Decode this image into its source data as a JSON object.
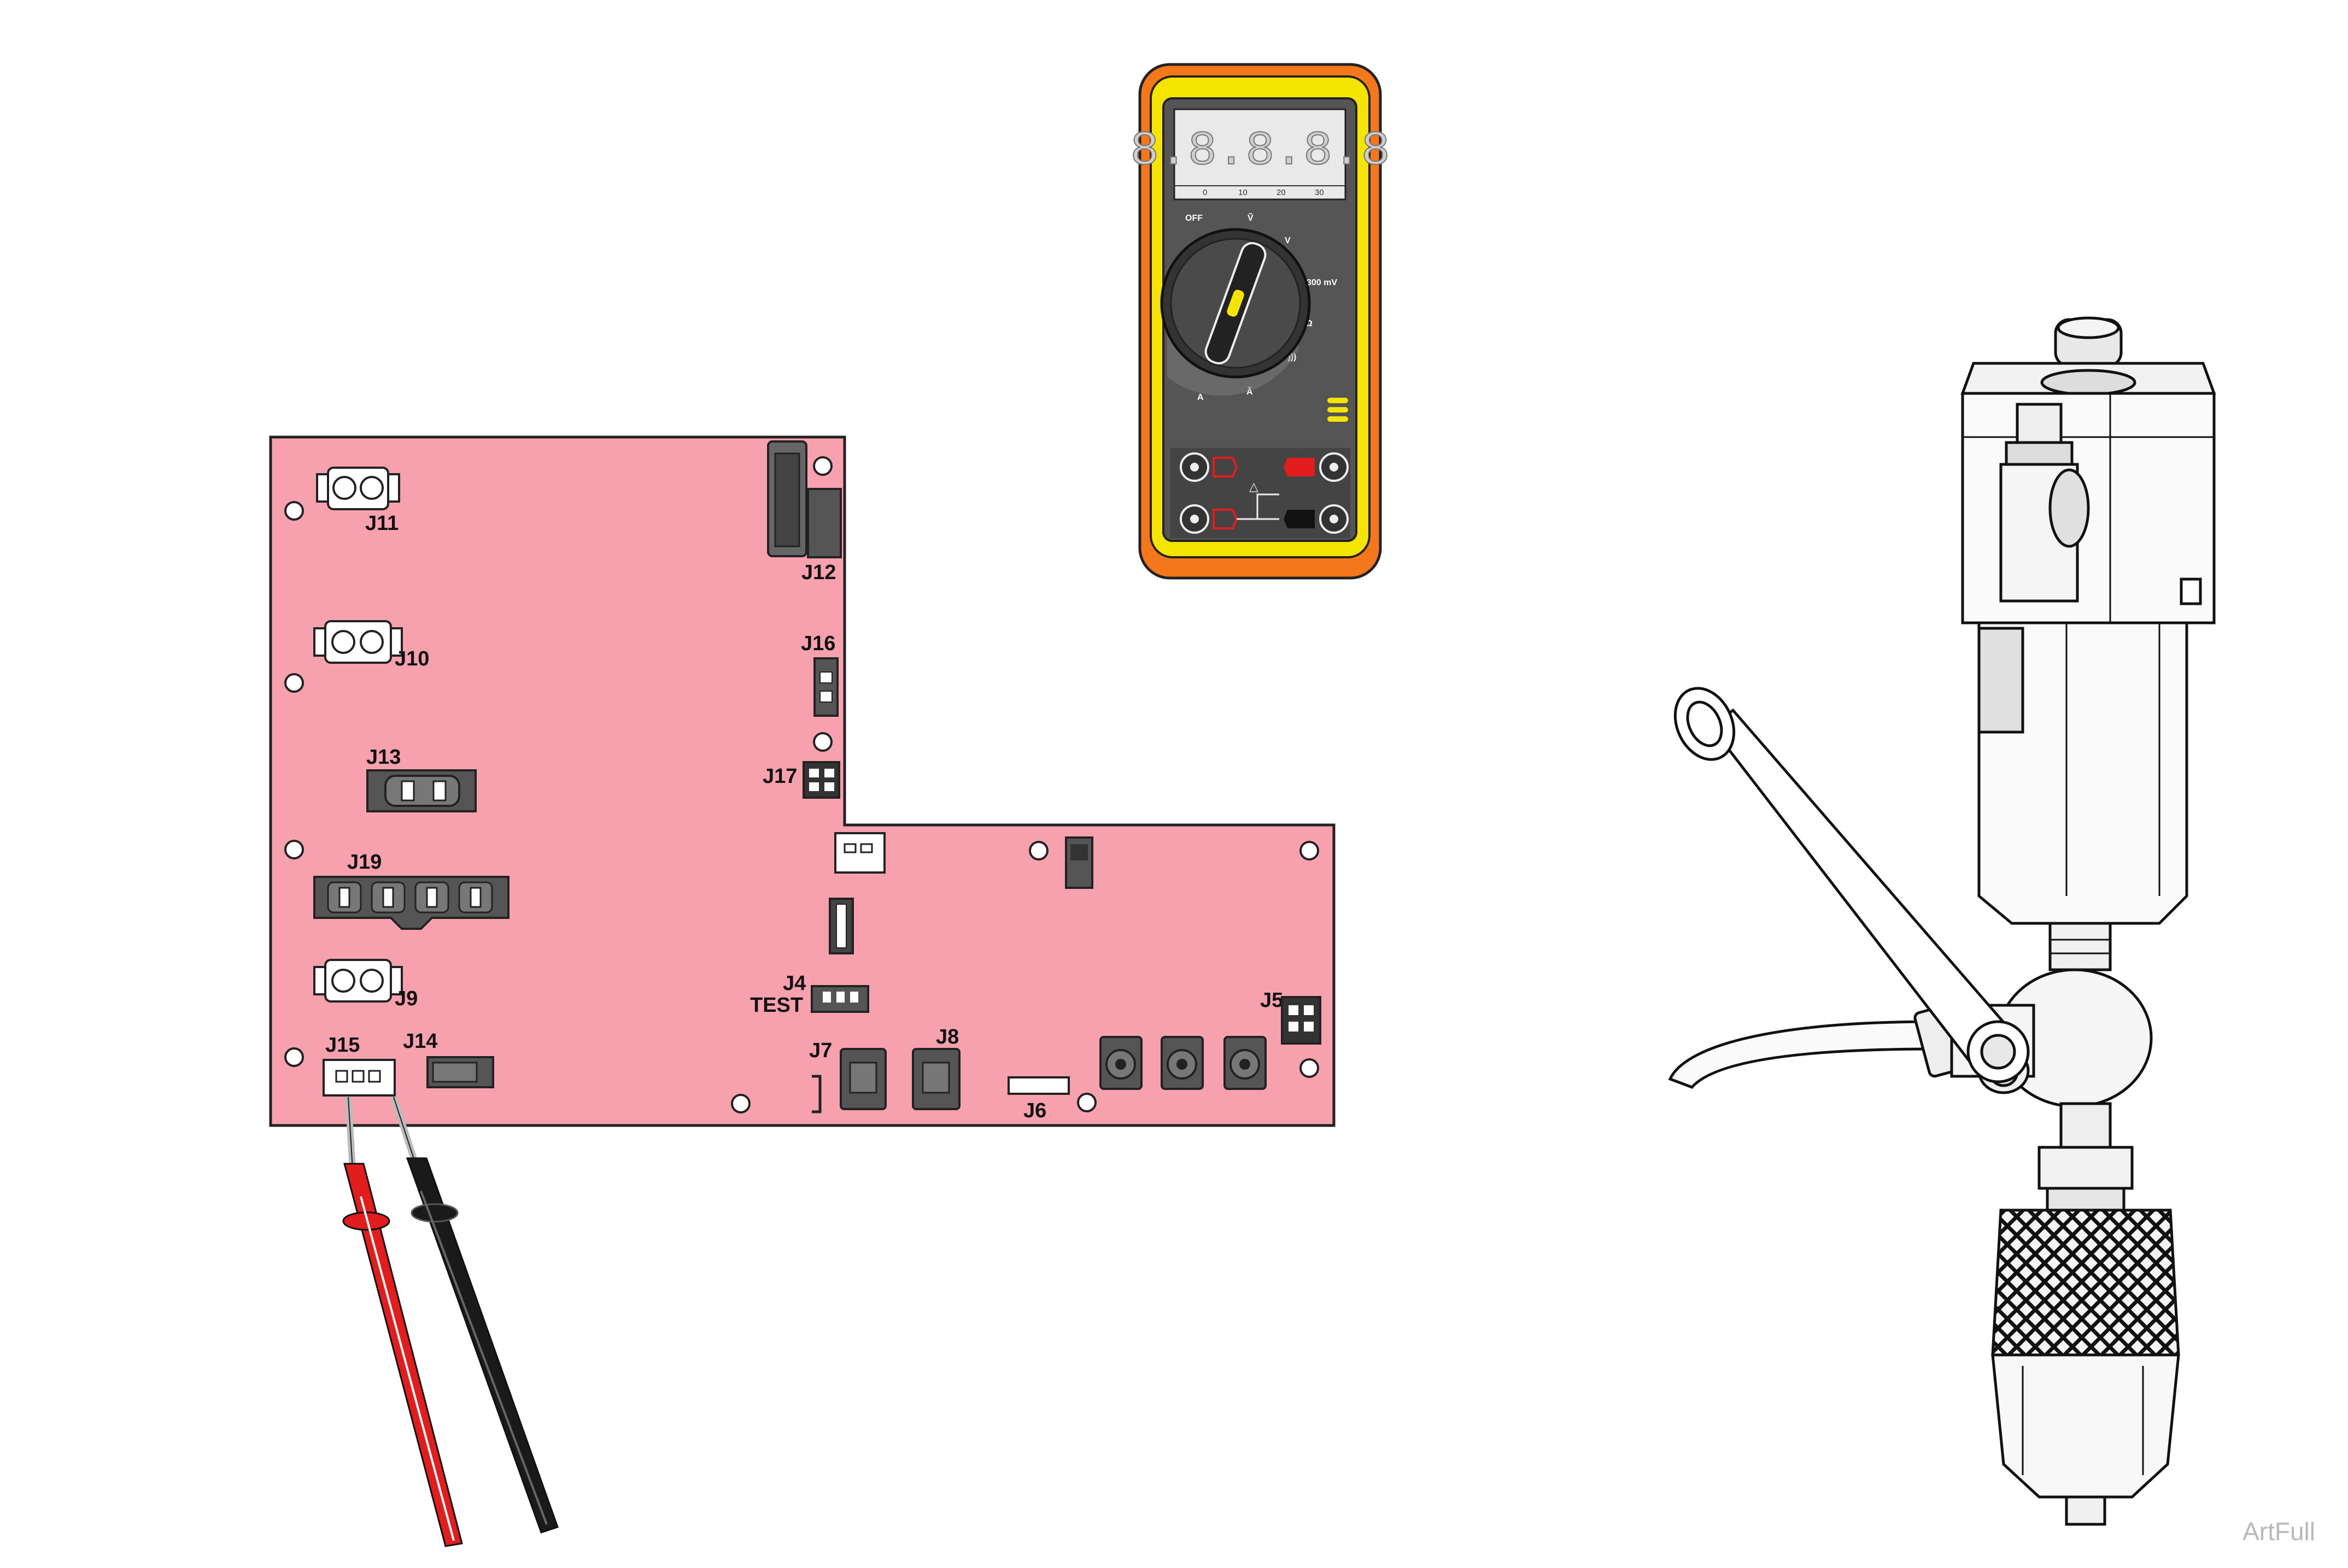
{
  "board": {
    "fill_color": "#f7a1ae",
    "labels": {
      "j11": "J11",
      "j10": "J10",
      "j13": "J13",
      "j19": "J19",
      "j9": "J9",
      "j15": "J15",
      "j14": "J14",
      "j12": "J12",
      "j16": "J16",
      "j17": "J17",
      "j4": "J4",
      "test": "TEST",
      "j7": "J7",
      "j8": "J8",
      "j6": "J6",
      "j5": "J5"
    }
  },
  "multimeter": {
    "display": "8.8.8.8.8",
    "scale": [
      "0",
      "10",
      "20",
      "30"
    ],
    "dial": {
      "off": "OFF",
      "v_ac": "Ṽ",
      "v_dc": "V",
      "mv": "300 mV",
      "ohm": "Ω",
      "continuity": "·)))",
      "a_dc": "A",
      "a_ac": "Ã"
    },
    "colors": {
      "body": "#f5e400",
      "bumper": "#f4771b",
      "panel": "#555555",
      "red": "#e31d1d"
    }
  },
  "probes": {
    "red_color": "#e31d1d",
    "black_color": "#1a1a1a"
  },
  "watermark": "ArtFull"
}
